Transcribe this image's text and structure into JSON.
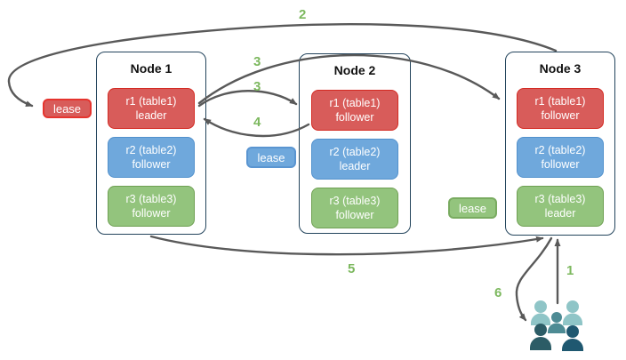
{
  "diagram": {
    "title": "replication-lease-flow",
    "nodes": [
      {
        "title": "Node 1",
        "replicas": [
          {
            "range": "r1 (table1)",
            "role": "leader"
          },
          {
            "range": "r2 (table2)",
            "role": "follower"
          },
          {
            "range": "r3 (table3)",
            "role": "follower"
          }
        ]
      },
      {
        "title": "Node 2",
        "replicas": [
          {
            "range": "r1 (table1)",
            "role": "follower"
          },
          {
            "range": "r2 (table2)",
            "role": "leader"
          },
          {
            "range": "r3 (table3)",
            "role": "follower"
          }
        ]
      },
      {
        "title": "Node 3",
        "replicas": [
          {
            "range": "r1 (table1)",
            "role": "follower"
          },
          {
            "range": "r2 (table2)",
            "role": "follower"
          },
          {
            "range": "r3 (table3)",
            "role": "leader"
          }
        ]
      }
    ],
    "leases": {
      "table1": "lease",
      "table2": "lease",
      "table3": "lease"
    },
    "steps": {
      "s1": "1",
      "s2": "2",
      "s3a": "3",
      "s3b": "3",
      "s4": "4",
      "s5": "5",
      "s6": "6"
    },
    "colors": {
      "red_fill": "#d85c5a",
      "red_border": "#d42a22",
      "blue_fill": "#6fa8dc",
      "blue_border": "#5291cc",
      "green_fill": "#93c47d",
      "green_border": "#6fa053",
      "node_border": "#23445c",
      "arrow": "#595959",
      "step_label": "#7cb85e",
      "users_light": "#8fc5c7",
      "users_mid": "#4d8b94",
      "users_dark1": "#2c5c66",
      "users_dark2": "#1f5870"
    }
  }
}
